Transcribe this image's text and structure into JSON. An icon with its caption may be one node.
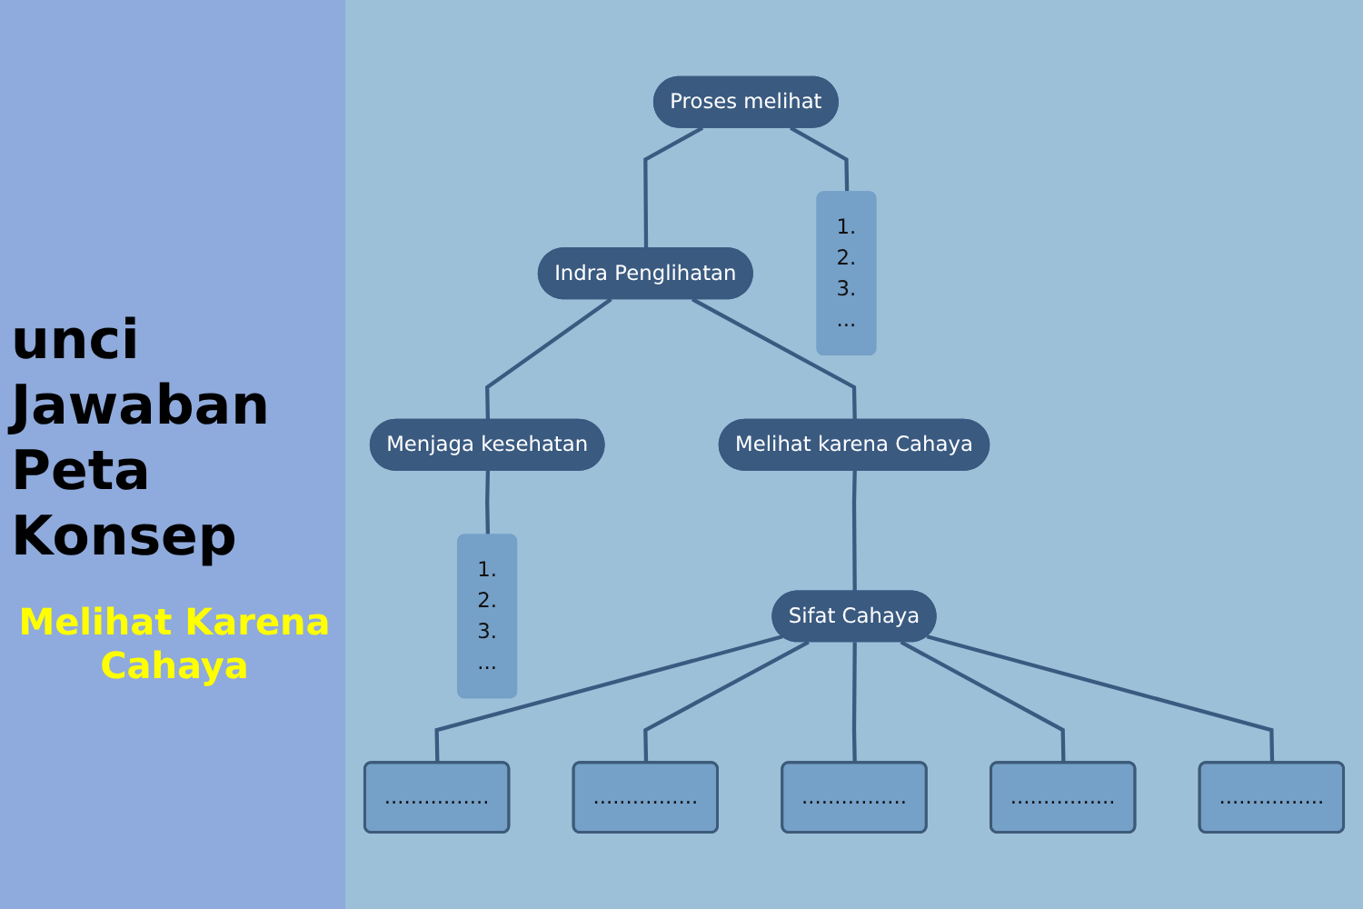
{
  "diagram": {
    "title": "unci Jawaban Peta Konsep",
    "caption": "Melihat Karena Cahaya",
    "nodes": [
      {
        "text": [
          "Proses melihat"
        ]
      },
      {
        "text": [
          "Indra Penglihatan"
        ]
      },
      {
        "text": [
          "Menjaga kesehatan"
        ]
      },
      {
        "text": [
          "1.",
          "2.",
          "3.",
          "..."
        ]
      },
      {
        "text": [
          "Melihat karena Cahaya"
        ]
      },
      {
        "text": [
          "1.",
          "2.",
          "3.",
          "..."
        ]
      },
      {
        "text": [
          "Sifat Cahaya"
        ]
      },
      {
        "text": [
          "................"
        ]
      },
      {
        "text": [
          "................"
        ]
      },
      {
        "text": [
          "................"
        ]
      },
      {
        "text": [
          "................"
        ]
      },
      {
        "text": [
          "................"
        ]
      }
    ],
    "edges": [
      {
        "from": 0,
        "to": 1,
        "arrow": "none"
      },
      {
        "from": 1,
        "to": 2,
        "arrow": "none"
      },
      {
        "from": 0,
        "to": 3,
        "arrow": "none"
      },
      {
        "from": 1,
        "to": 4,
        "arrow": "none"
      },
      {
        "from": 2,
        "to": 5,
        "arrow": "none"
      },
      {
        "from": 4,
        "to": 6,
        "arrow": "none"
      },
      {
        "from": 6,
        "to": 7,
        "arrow": "none"
      },
      {
        "from": 6,
        "to": 8,
        "arrow": "none"
      },
      {
        "from": 6,
        "to": 9,
        "arrow": "none"
      },
      {
        "from": 6,
        "to": 10,
        "arrow": "none"
      },
      {
        "from": 6,
        "to": 11,
        "arrow": "none"
      }
    ]
  }
}
